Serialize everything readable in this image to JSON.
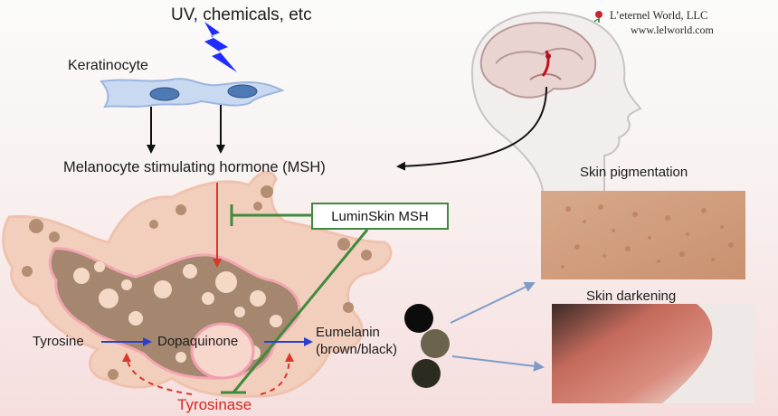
{
  "trigger": "UV, chemicals, etc",
  "keratinocyte": "Keratinocyte",
  "msh": "Melanocyte stimulating hormone (MSH)",
  "inhibitor": "LuminSkin MSH",
  "pathway": {
    "tyrosine": "Tyrosine",
    "dopaquinone": "Dopaquinone",
    "eumelanin": "Eumelanin",
    "eumelanin_color": "(brown/black)",
    "enzyme": "Tyrosinase"
  },
  "brand": {
    "name": "L’eternel World, LLC",
    "url": "www.lelworld.com"
  },
  "panels": {
    "pigmentation": "Skin pigmentation",
    "darkening": "Skin darkening"
  },
  "colors": {
    "inhibit": "#3f8a3c",
    "msh_arrow": "#d9372a",
    "pathway_arrow": "#2a3fd0",
    "enzyme_text": "#d42a20",
    "photo_arrow": "#7f9cc9"
  }
}
